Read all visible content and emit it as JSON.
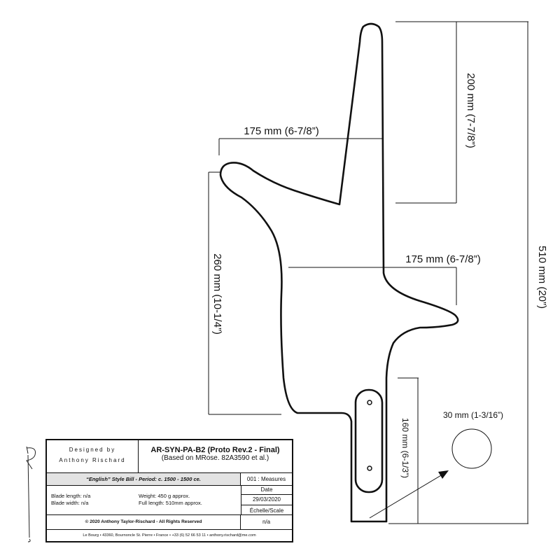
{
  "dimensions": {
    "overall_length": "510 mm (20”)",
    "spike_length": "200 mm (7-7/8”)",
    "upper_hook_width": "175 mm (6-7/8”)",
    "lower_hook_width": "175 mm (6-7/8”)",
    "hook_height": "260 mm (10-1/4”)",
    "socket_length": "160 mm (6-1/3”)",
    "socket_diameter": "30 mm (1-3/16”)"
  },
  "title_block": {
    "designed_by_label": "Designed by",
    "designer_name": "Anthony Rischard",
    "reference": "AR-SYN-PA-B2 (Proto Rev.2 - Final)",
    "based_on": "(Based on MRose. 82A3590 et al.)",
    "style_period": "“English” Style Bill -  Period: c. 1500 - 1500 ce.",
    "sheet": "001 : Measures",
    "date_label": "Date",
    "date": "29/03/2020",
    "blade_length": "Blade length: n/a",
    "blade_width": "Blade width: n/a",
    "weight": "Weight:  450 g approx.",
    "full_length": "Full length: 510mm approx.",
    "scale_label": "Échelle/Scale",
    "scale": "n/a",
    "copyright": "© 2020 Anthony Taylor-Rischard - All Rights Reserved",
    "address": "Le Bourg • 43360, Bournoncle St. Pierre • France • +33 (6) 52 66 53 11 • anthony.rischard@me.com"
  }
}
